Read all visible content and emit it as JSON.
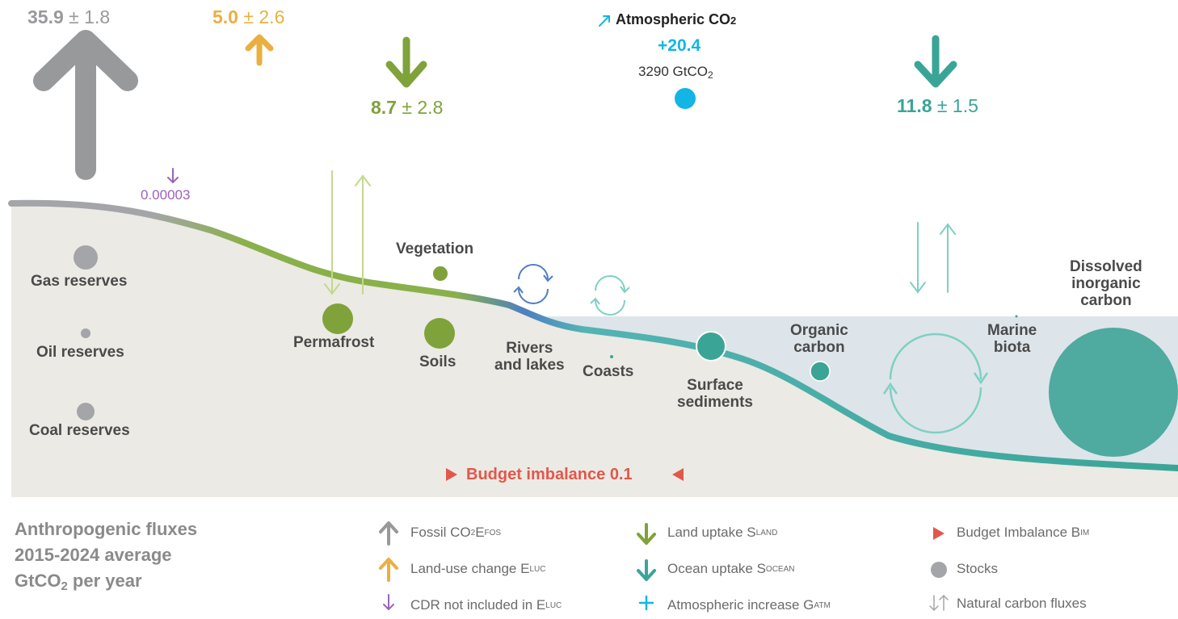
{
  "fluxes": {
    "fossil": {
      "value": "35.9",
      "uncertainty": "± 1.8"
    },
    "land_use_change": {
      "value": "5.0",
      "uncertainty": "± 2.6"
    },
    "land_uptake": {
      "value": "8.7",
      "uncertainty": "± 2.8"
    },
    "ocean_uptake": {
      "value": "11.8",
      "uncertainty": "± 1.5"
    },
    "cdr": {
      "value": "0.00003"
    },
    "atmosphere": {
      "title": "Atmospheric CO",
      "title_sub": "2",
      "increase": "+20.4",
      "stock": "3290 GtCO",
      "stock_sub": "2"
    },
    "budget_imbalance": "Budget imbalance 0.1"
  },
  "stocks": {
    "gas": "Gas reserves",
    "oil": "Oil reserves",
    "coal": "Coal reserves",
    "permafrost": "Permafrost",
    "vegetation": "Vegetation",
    "soils": "Soils",
    "rivers_line1": "Rivers",
    "rivers_line2": "and lakes",
    "coasts": "Coasts",
    "surface_sed_line1": "Surface",
    "surface_sed_line2": "sediments",
    "organic_line1": "Organic",
    "organic_line2": "carbon",
    "marine_line1": "Marine",
    "marine_line2": "biota",
    "dic_line1": "Dissolved",
    "dic_line2": "inorganic",
    "dic_line3": "carbon"
  },
  "title": {
    "line1": "Anthropogenic fluxes",
    "line2": "2015-2024 average",
    "line3_a": "GtCO",
    "line3_sub": "2",
    "line3_b": " per year"
  },
  "legend": {
    "fossil": {
      "text": "Fossil CO",
      "sub1": "2",
      "mid": " E",
      "sub2": "FOS"
    },
    "luc": {
      "text": "Land-use change E",
      "sub": "LUC"
    },
    "cdr": {
      "text": "CDR not included in E",
      "sub": "LUC"
    },
    "land": {
      "text": "Land uptake S",
      "sub": "LAND"
    },
    "ocean": {
      "text": "Ocean uptake S",
      "sub": "OCEAN"
    },
    "atm": {
      "text": "Atmospheric increase G",
      "sub": "ATM"
    },
    "bim": {
      "text": "Budget Imbalance B",
      "sub": "IM"
    },
    "stocks": {
      "text": "Stocks"
    },
    "natural": {
      "text": "Natural carbon fluxes"
    }
  },
  "colors": {
    "fossil": "#97999b",
    "luc": "#e9b041",
    "land": "#7fa23a",
    "ocean": "#3aa597",
    "atm": "#12b5e5",
    "cdr": "#9a64b8",
    "imbalance": "#e2574c",
    "ground": "#eceae4",
    "water": "#dde5ea"
  }
}
